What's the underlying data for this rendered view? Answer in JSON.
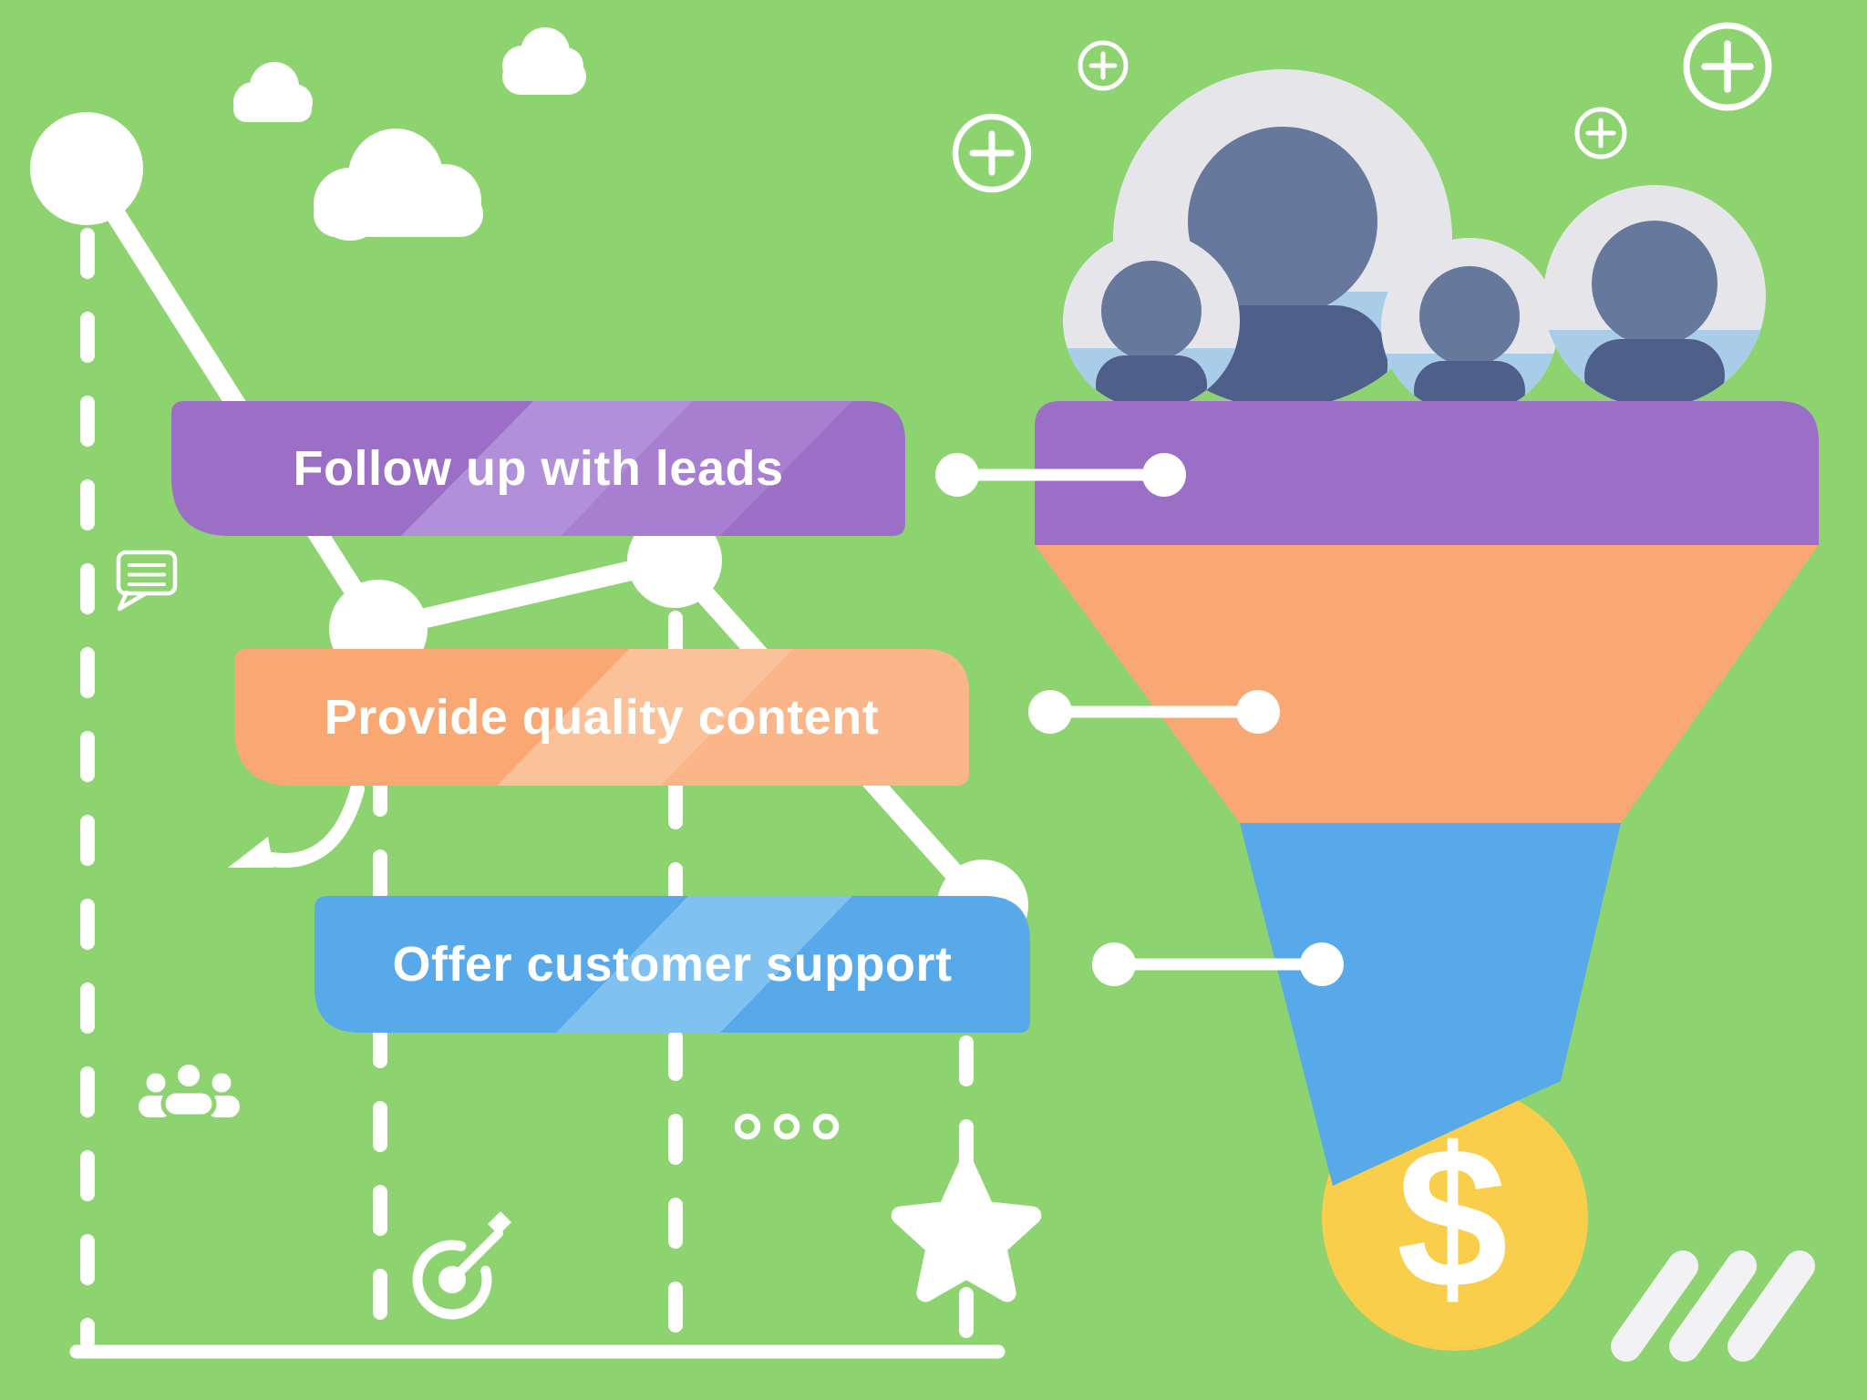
{
  "palette": {
    "background": "#8DD370",
    "purple": "#9C6FC7",
    "purple_light": "#B18FD9",
    "purple_mid": "#A77ED0",
    "orange": "#F9A873",
    "orange_light": "#FBC29A",
    "orange_mid": "#FAB588",
    "blue": "#57A9E9",
    "blue_light": "#7FC2F1",
    "coin_yellow": "#F8CE4A",
    "avatar_ring": "#E6E6EA",
    "avatar_head": "#66789B",
    "avatar_shoulders": "#4E6089",
    "avatar_body": "#A9CDE9",
    "white": "#FFFFFF"
  },
  "steps": [
    {
      "label": "Follow up with leads",
      "color": "#9C6FC7"
    },
    {
      "label": "Provide quality content",
      "color": "#F9A873"
    },
    {
      "label": "Offer customer support",
      "color": "#57A9E9"
    }
  ],
  "funnel": {
    "stage_colors": [
      "#9C6FC7",
      "#F9A873",
      "#57A9E9"
    ],
    "coin": {
      "symbol": "$",
      "color": "#F8CE4A"
    }
  },
  "decorations": {
    "icons": [
      "cloud-icon",
      "plus-icon",
      "speech-bubble-icon",
      "users-icon",
      "target-icon",
      "star-icon",
      "ellipsis-icon",
      "arrow-curved-icon",
      "dollar-icon",
      "logo-mark"
    ]
  }
}
